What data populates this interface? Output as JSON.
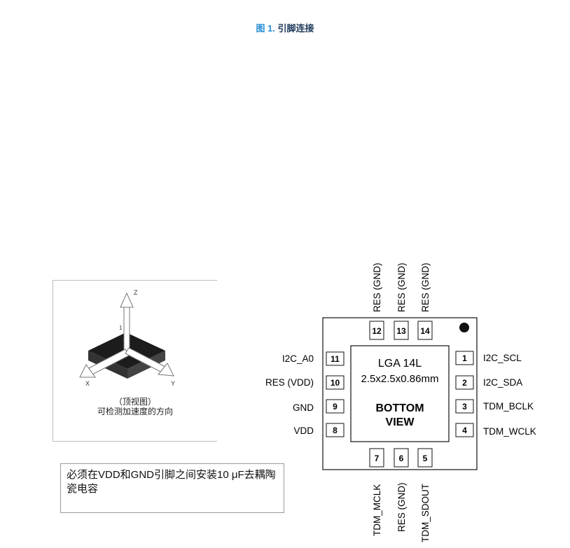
{
  "figure": {
    "number": "图 1.",
    "title": "引脚连接"
  },
  "orientation": {
    "caption_line1": "（顶视图）",
    "caption_line2": "可检测加速度的方向",
    "axis_x": "X",
    "axis_y": "Y",
    "axis_z": "Z",
    "pin1_mark": "1"
  },
  "package": {
    "name": "LGA 14L",
    "dims": "2.5x2.5x0.86mm",
    "view_line1": "BOTTOM",
    "view_line2": "VIEW"
  },
  "pins": {
    "p1": {
      "num": "1",
      "label": "I2C_SCL"
    },
    "p2": {
      "num": "2",
      "label": "I2C_SDA"
    },
    "p3": {
      "num": "3",
      "label": "TDM_BCLK"
    },
    "p4": {
      "num": "4",
      "label": "TDM_WCLK"
    },
    "p5": {
      "num": "5",
      "label": "TDM_SDOUT"
    },
    "p6": {
      "num": "6",
      "label": "RES (GND)"
    },
    "p7": {
      "num": "7",
      "label": "TDM_MCLK"
    },
    "p8": {
      "num": "8",
      "label": "VDD"
    },
    "p9": {
      "num": "9",
      "label": "GND"
    },
    "p10": {
      "num": "10",
      "label": "RES (VDD)"
    },
    "p11": {
      "num": "11",
      "label": "I2C_A0"
    },
    "p12": {
      "num": "12",
      "label": "RES (GND)"
    },
    "p13": {
      "num": "13",
      "label": "RES (GND)"
    },
    "p14": {
      "num": "14",
      "label": "RES (GND)"
    }
  },
  "note": "必须在VDD和GND引脚之间安装10 μF去耦陶瓷电容"
}
